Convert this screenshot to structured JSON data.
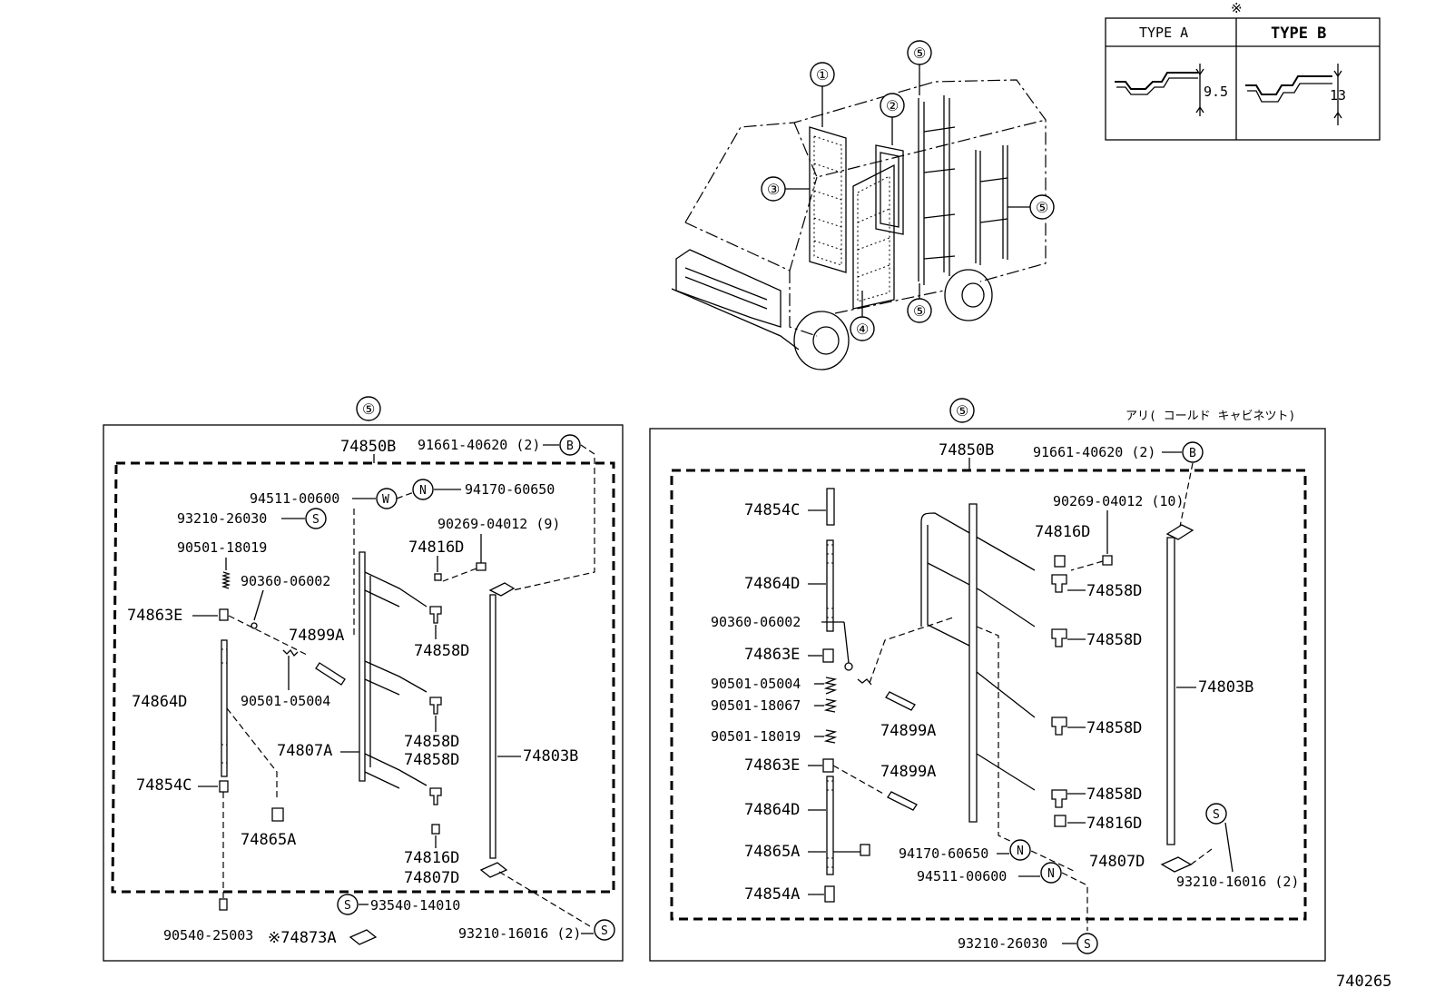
{
  "diagram": {
    "figure_no": "740265",
    "type_table": {
      "note_mark": "※",
      "type_a": "TYPE A",
      "type_b": "TYPE B",
      "dim_a": "9.5",
      "dim_b": "13"
    },
    "overview_callouts": [
      "①",
      "②",
      "③",
      "④",
      "⑤"
    ],
    "left_panel": {
      "header": "⑤",
      "labels": [
        "74850B",
        "91661-40620 (2)",
        "94511-00600",
        "94170-60650",
        "93210-26030",
        "90269-04012 (9)",
        "90501-18019",
        "74816D",
        "90360-06002",
        "74863E",
        "74899A",
        "74858D",
        "90501-05004",
        "74864D",
        "74858D",
        "74807A",
        "74858D",
        "74803B",
        "74854C",
        "74865A",
        "74816D",
        "74807D",
        "93540-14010",
        "90540-25003",
        "※74873A",
        "93210-16016 (2)"
      ],
      "symbols": {
        "B": "B",
        "W": "W",
        "N": "N",
        "S": "S"
      }
    },
    "right_panel": {
      "header": "⑤",
      "note": "アリ( コールド キャビネツト)",
      "labels": [
        "74850B",
        "91661-40620 (2)",
        "74854C",
        "90269-04012 (10)",
        "74816D",
        "74864D",
        "74858D",
        "90360-06002",
        "74858D",
        "74863E",
        "74803B",
        "90501-05004",
        "90501-18067",
        "74899A",
        "74858D",
        "90501-18019",
        "74863E",
        "74899A",
        "74858D",
        "74864D",
        "74816D",
        "74865A",
        "94170-60650",
        "74807D",
        "94511-00600",
        "74854A",
        "93210-16016 (2)",
        "93210-26030"
      ],
      "symbols": {
        "B": "B",
        "N": "N",
        "S": "S"
      }
    }
  }
}
